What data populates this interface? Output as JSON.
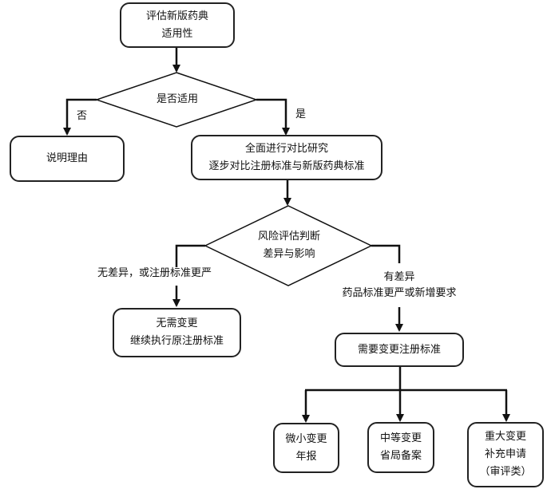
{
  "nodes": {
    "start": {
      "lines": [
        "评估新版药典",
        "适用性"
      ]
    },
    "decision1": {
      "lines": [
        "是否适用"
      ]
    },
    "explain": {
      "lines": [
        "说明理由"
      ]
    },
    "compare": {
      "lines": [
        "全面进行对比研究",
        "逐步对比注册标准与新版药典标准"
      ]
    },
    "decision2": {
      "lines": [
        "风险评估判断",
        "差异与影响"
      ]
    },
    "no_change": {
      "lines": [
        "无需变更",
        "继续执行原注册标准"
      ]
    },
    "need_change": {
      "lines": [
        "需要变更注册标准"
      ]
    },
    "minor": {
      "lines": [
        "微小变更",
        "年报"
      ]
    },
    "moderate": {
      "lines": [
        "中等变更",
        "省局备案"
      ]
    },
    "major": {
      "lines": [
        "重大变更",
        "补充申请",
        "（审评类）"
      ]
    }
  },
  "edge_labels": {
    "no": "否",
    "yes": "是",
    "no_diff": "无差异，或注册标准更严",
    "has_diff_1": "有差异",
    "has_diff_2": "药品标准更严或新增要求"
  }
}
